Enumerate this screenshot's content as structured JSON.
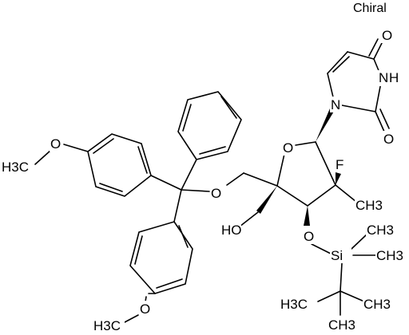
{
  "annotation": {
    "chiral": "Chiral"
  },
  "atoms": {
    "o_c4": "O",
    "n3_h": "H",
    "n3": "N",
    "o_c2": "O",
    "n1": "N",
    "f": "F",
    "o_ring": "O",
    "o_ether": "O",
    "ho": "HO",
    "me3": "CH3",
    "o_si": "O",
    "si": "Si",
    "si_me1": "CH3",
    "si_me2": "CH3",
    "tbu_me_left": "H3C",
    "tbu_me_right": "CH3",
    "tbu_me_bottom": "CH3",
    "ome_top_o": "O",
    "ome_top_c": "H3C",
    "ome_bottom_o": "O",
    "ome_bottom_c": "H3C"
  }
}
